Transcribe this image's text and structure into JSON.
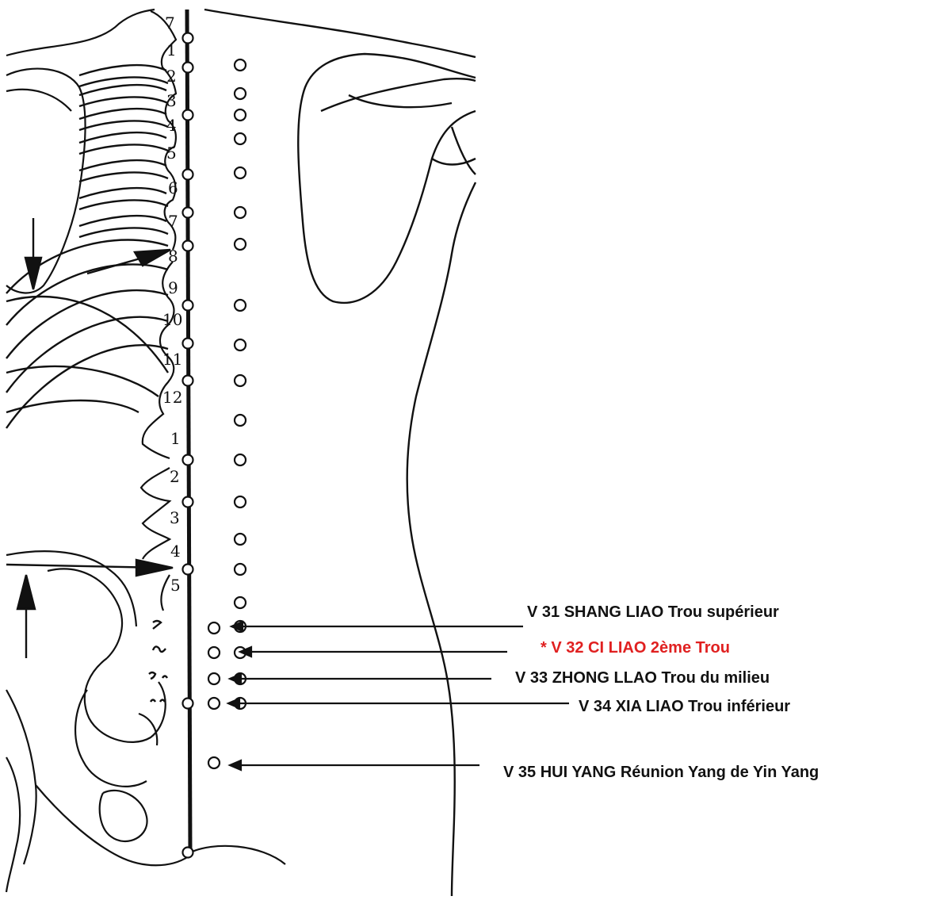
{
  "colors": {
    "ink": "#111111",
    "highlight": "#e02020",
    "background": "#ffffff"
  },
  "vertebra_numbers": {
    "cervical_7": "7",
    "thoracic": [
      "1",
      "2",
      "3",
      "4",
      "5",
      "6",
      "7",
      "8",
      "9",
      "10",
      "11",
      "12"
    ],
    "lumbar": [
      "1",
      "2",
      "3",
      "4",
      "5"
    ]
  },
  "acupoint_labels": [
    {
      "id": "v31",
      "text": "V 31 SHANG LIAO  Trou supérieur",
      "highlight": false
    },
    {
      "id": "v32",
      "text": "* V 32 CI LIAO 2ème Trou",
      "highlight": true
    },
    {
      "id": "v33",
      "text": "V 33 ZHONG LLAO  Trou du milieu",
      "highlight": false
    },
    {
      "id": "v34",
      "text": "V 34  XIA LIAO Trou inférieur",
      "highlight": false
    },
    {
      "id": "v35",
      "text": "V 35 HUI YANG  Réunion Yang de Yin Yang",
      "highlight": false
    }
  ]
}
